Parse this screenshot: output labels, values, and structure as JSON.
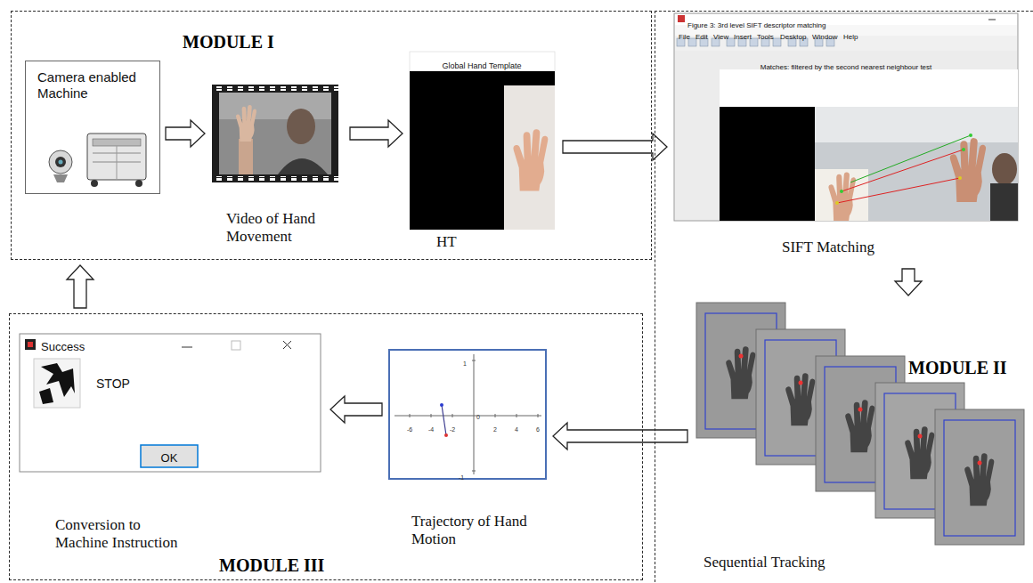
{
  "diagram": {
    "nodes": [
      {
        "text": [
          "MODULE I"
        ]
      },
      {
        "text": [
          "Camera enabled Machine"
        ],
        "in": 0
      },
      {
        "text": [
          "Video of Hand Movement"
        ],
        "in": 0
      },
      {
        "text": [
          "Global Hand Template",
          "HT"
        ],
        "in": 0
      },
      {
        "text": [
          "MODULE II"
        ]
      },
      {
        "text": [
          "Figure 3: 3rd level SIFT descriptor matching",
          "File",
          "Edit",
          "View",
          "Insert",
          "Tools",
          "Desktop",
          "Window",
          "Help",
          "Matches: filtered by the second nearest neighbour test",
          "SIFT Matching"
        ],
        "in": 4
      },
      {
        "text": [
          "Sequential Tracking"
        ],
        "in": 4
      },
      {
        "text": [
          "MODULE III"
        ]
      },
      {
        "text": [
          "Success",
          "STOP",
          "OK",
          "Conversion to Machine Instruction"
        ],
        "in": 7
      },
      {
        "text": [
          "-6",
          "-4",
          "-2",
          "0",
          "2",
          "4",
          "6",
          "1",
          "-1",
          "Trajectory of Hand Motion"
        ],
        "in": 7
      }
    ],
    "edges": [
      {
        "from": 1,
        "to": 2,
        "arrow": "to"
      },
      {
        "from": 2,
        "to": 3,
        "arrow": "to"
      },
      {
        "from": 3,
        "to": 5,
        "arrow": "to"
      },
      {
        "from": 5,
        "to": 6,
        "arrow": "to"
      },
      {
        "from": 6,
        "to": 9,
        "arrow": "to"
      },
      {
        "from": 9,
        "to": 8,
        "arrow": "to"
      },
      {
        "from": 7,
        "to": 0,
        "arrow": "to"
      }
    ]
  }
}
